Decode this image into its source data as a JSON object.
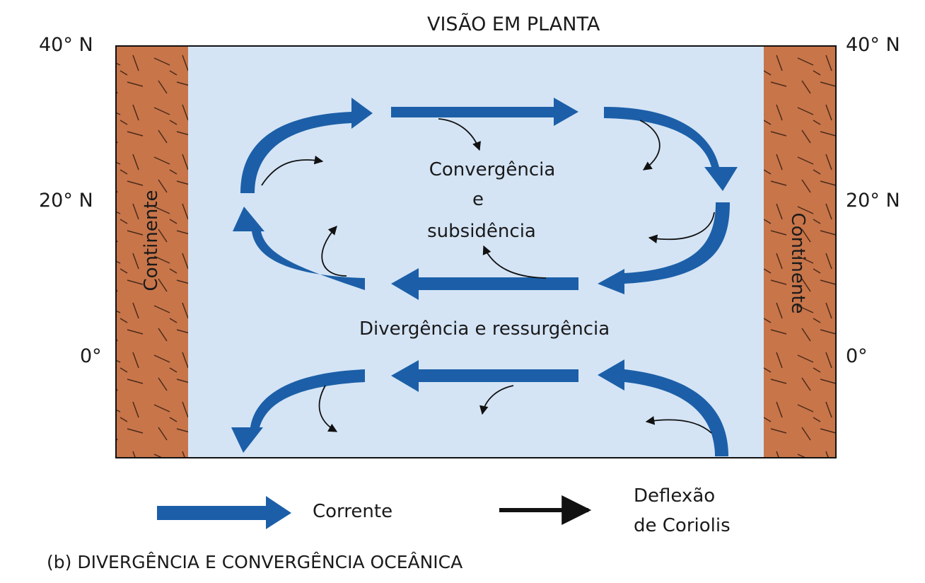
{
  "title": "VISÃO EM PLANTA",
  "latitudes": {
    "top": "40° N",
    "middle": "20° N",
    "bottom": "0°"
  },
  "continent_label": "Continente",
  "convergence": {
    "line1": "Convergência",
    "line2": "e",
    "line3": "subsidência"
  },
  "divergence_label": "Divergência e ressurgência",
  "legend": {
    "current": "Corrente",
    "coriolis_line1": "Deflexão",
    "coriolis_line2": "de Coriolis"
  },
  "caption": "(b) DIVERGÊNCIA E CONVERGÊNCIA OCEÂNICA",
  "colors": {
    "ocean": "#d4e4f5",
    "land": "#c8754a",
    "current": "#1c5fa8",
    "deflection": "#111111"
  }
}
